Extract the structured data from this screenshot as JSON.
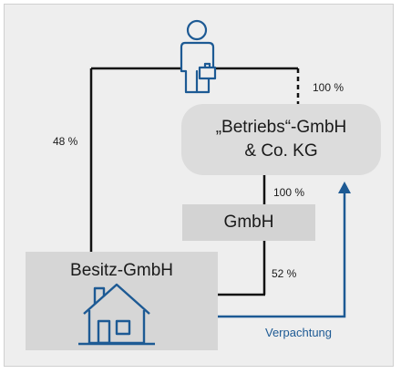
{
  "entities": {
    "betriebs_line1": "„Betriebs“-GmbH",
    "betriebs_line2": "& Co. KG",
    "gmbh": "GmbH",
    "besitz": "Besitz-GmbH"
  },
  "relations": {
    "owner_to_besitz": "48 %",
    "owner_to_betriebs": "100 %",
    "betriebs_to_gmbh": "100 %",
    "besitz_to_gmbh": "52 %",
    "lease": "Verpachtung"
  },
  "colors": {
    "accent": "#1d5a94",
    "line": "#111111"
  },
  "icons": {
    "owner": "person-with-briefcase-icon",
    "property": "house-icon"
  }
}
